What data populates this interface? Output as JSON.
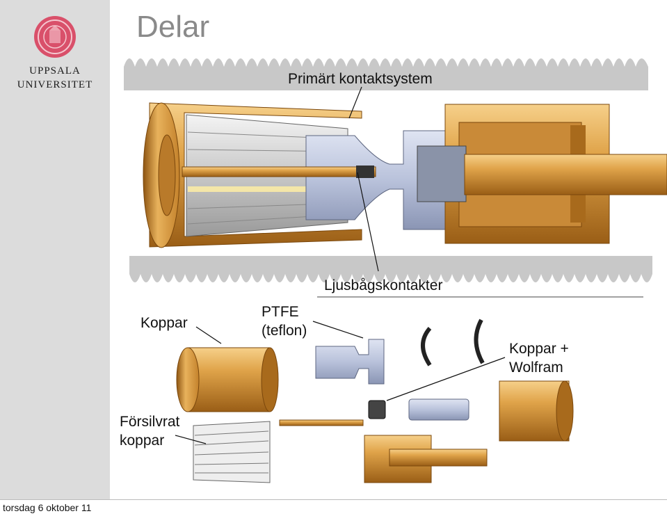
{
  "slide": {
    "title": "Delar",
    "footer_date": "torsdag 6 oktober 11"
  },
  "logo": {
    "line1": "UPPSALA",
    "line2": "UNIVERSITET",
    "seal_color": "#d9506a"
  },
  "labels": {
    "primary_contact": "Primärt kontaktsystem",
    "arc_contacts": "Ljusbågskontakter",
    "copper": "Koppar",
    "ptfe_line1": "PTFE",
    "ptfe_line2": "(teflon)",
    "cu_w_line1": "Koppar +",
    "cu_w_line2": "Wolfram",
    "silver_line1": "Försilvrat",
    "silver_line2": "koppar"
  },
  "colors": {
    "copper": "#e0a44a",
    "copper_dark": "#a86a1c",
    "teflon": "#b9c2db",
    "silver": "#d8d8d8",
    "gray_band": "#c8c8c8"
  }
}
